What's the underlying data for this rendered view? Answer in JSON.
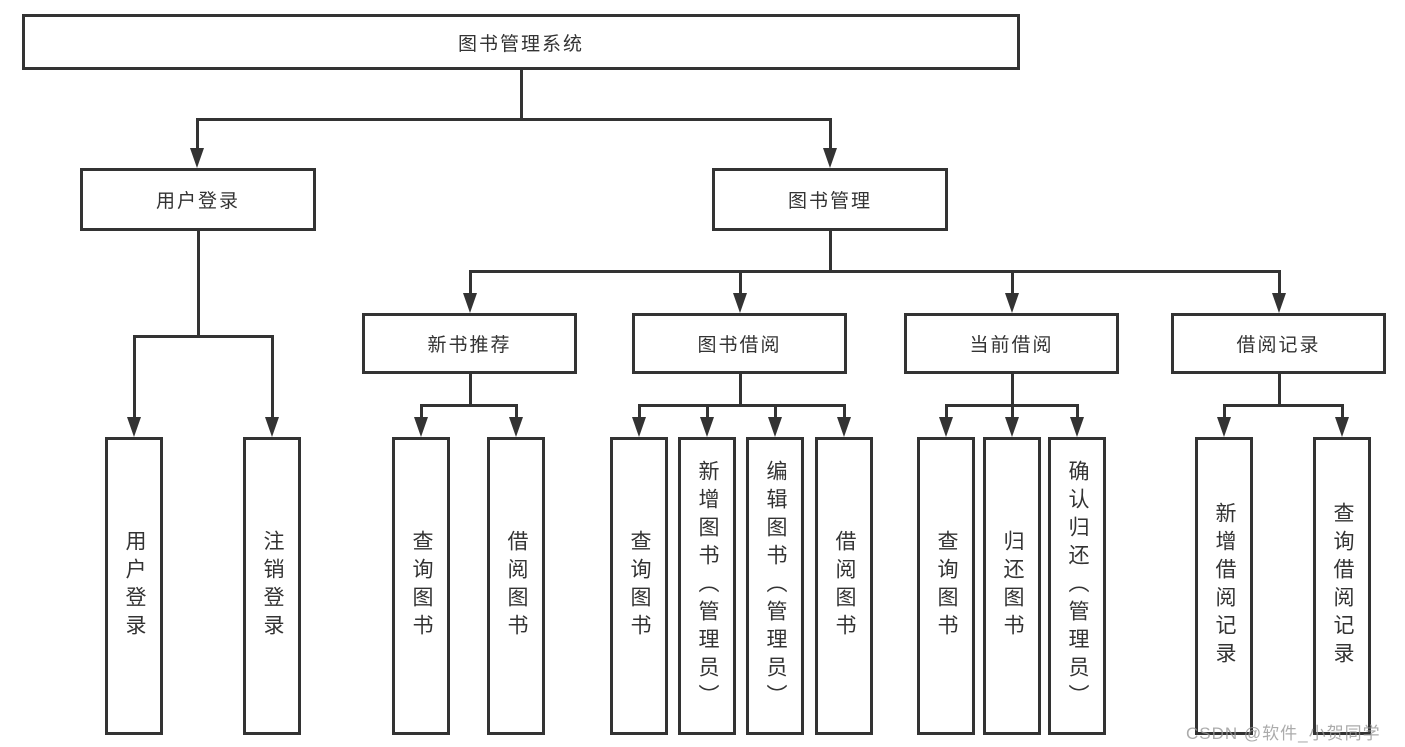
{
  "colors": {
    "line": "#333333",
    "text": "#333333",
    "background": "#ffffff",
    "watermark": "#969696"
  },
  "watermark": {
    "text": "CSDN @软件_小贺同学"
  },
  "tree": {
    "label": "图书管理系统",
    "children": [
      {
        "label": "用户登录",
        "children": [
          {
            "label": "用户登录"
          },
          {
            "label": "注销登录"
          }
        ]
      },
      {
        "label": "图书管理",
        "children": [
          {
            "label": "新书推荐",
            "children": [
              {
                "label": "查询图书"
              },
              {
                "label": "借阅图书"
              }
            ]
          },
          {
            "label": "图书借阅",
            "children": [
              {
                "label": "查询图书"
              },
              {
                "label": "新增图书（管理员）"
              },
              {
                "label": "编辑图书（管理员）"
              },
              {
                "label": "借阅图书"
              }
            ]
          },
          {
            "label": "当前借阅",
            "children": [
              {
                "label": "查询图书"
              },
              {
                "label": "归还图书"
              },
              {
                "label": "确认归还（管理员）"
              }
            ]
          },
          {
            "label": "借阅记录",
            "children": [
              {
                "label": "新增借阅记录"
              },
              {
                "label": "查询借阅记录"
              }
            ]
          }
        ]
      }
    ]
  }
}
